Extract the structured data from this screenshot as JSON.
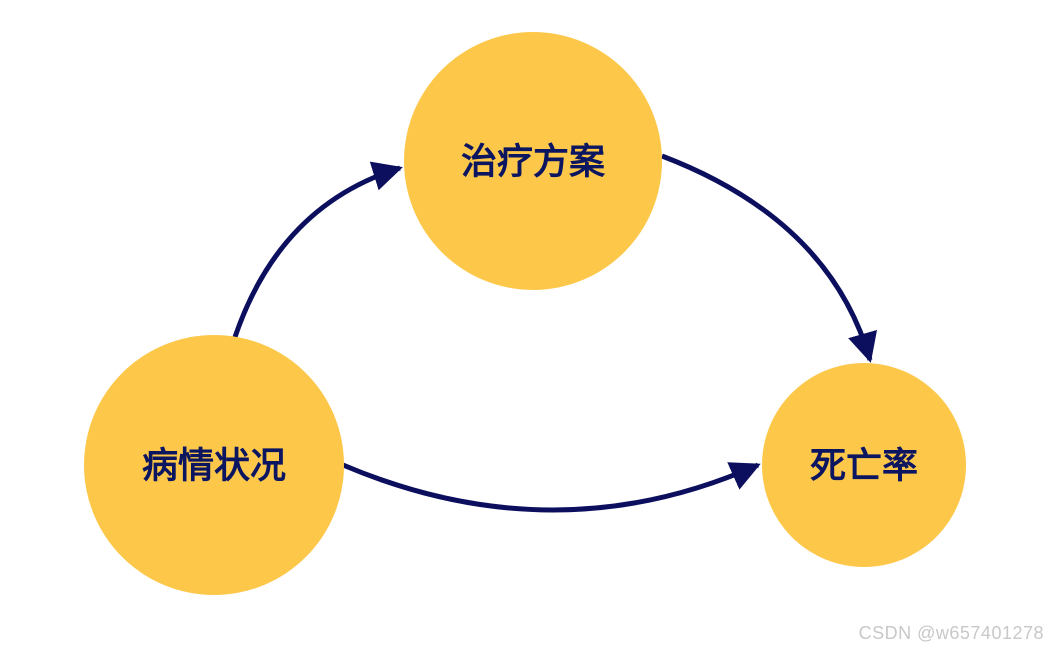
{
  "diagram": {
    "nodes": [
      {
        "id": "condition",
        "label": "病情状况"
      },
      {
        "id": "treatment",
        "label": "治疗方案"
      },
      {
        "id": "mortality",
        "label": "死亡率"
      }
    ],
    "edges": [
      {
        "from": "condition",
        "to": "treatment"
      },
      {
        "from": "treatment",
        "to": "mortality"
      },
      {
        "from": "condition",
        "to": "mortality"
      }
    ]
  },
  "colors": {
    "node_fill": "#FDC84A",
    "label_text": "#0B1560",
    "arrow": "#0B0F5E",
    "watermark": "#C8C8C8"
  },
  "watermark": "CSDN @w657401278"
}
